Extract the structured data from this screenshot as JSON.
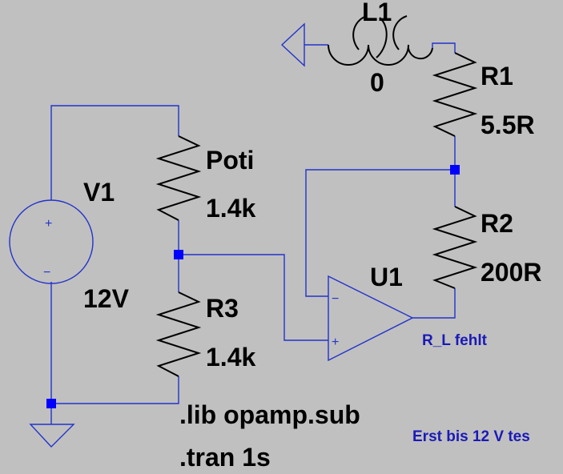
{
  "components": {
    "l1": {
      "name": "L1",
      "value": "0"
    },
    "r1": {
      "name": "R1",
      "value": "5.5R"
    },
    "poti": {
      "name": "Poti",
      "value": "1.4k"
    },
    "v1": {
      "name": "V1",
      "value": "12V"
    },
    "r2": {
      "name": "R2",
      "value": "200R"
    },
    "u1": {
      "name": "U1"
    },
    "r3": {
      "name": "R3",
      "value": "1.4k"
    }
  },
  "opamp_pins": {
    "inverting": "−",
    "non_inverting": "+"
  },
  "source_pins": {
    "positive": "+",
    "negative": "−"
  },
  "notes": {
    "rl_missing": "R_L fehlt",
    "test_hint": "Erst bis 12 V tes"
  },
  "directives": {
    "lib": ".lib opamp.sub",
    "tran": ".tran 1s"
  },
  "colors": {
    "background": "#c0c0c0",
    "wire": "#2233cc",
    "component": "#000000",
    "junction": "#0000ff",
    "note": "#1a1ab8"
  }
}
